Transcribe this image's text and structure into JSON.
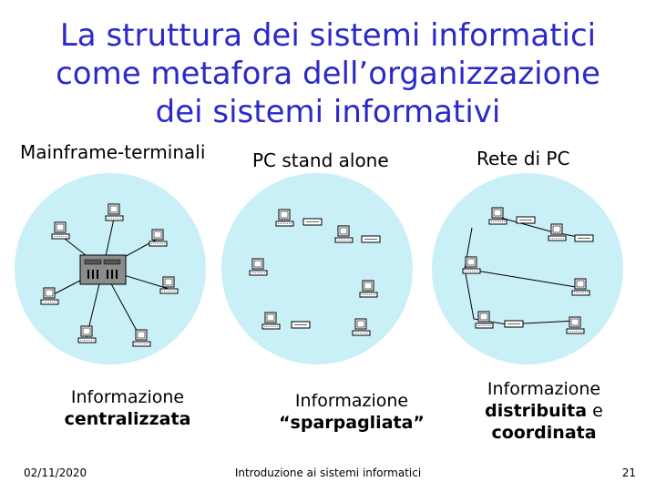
{
  "slide": {
    "title_lines": [
      "La struttura dei sistemi informatici",
      "come metafora dell’organizzazione",
      "dei sistemi informativi"
    ],
    "columns": [
      {
        "heading": "Mainframe-terminali",
        "caption_plain": "Informazione",
        "caption_bold": "centralizzata"
      },
      {
        "heading": "PC stand alone",
        "caption_plain": "Informazione",
        "caption_bold": "“sparpagliata”"
      },
      {
        "heading": "Rete di PC",
        "caption_plain": "Informazione",
        "caption_bold_1": "distribuita",
        "caption_mid": " e",
        "caption_bold_2": "coordinata"
      }
    ],
    "footer": {
      "date": "02/11/2020",
      "course": "Introduzione ai sistemi informatici",
      "page": "21"
    },
    "colors": {
      "title": "#2a2ac8",
      "circle_fill": "#c9eff7",
      "mainframe": "#8c8c8c"
    }
  }
}
